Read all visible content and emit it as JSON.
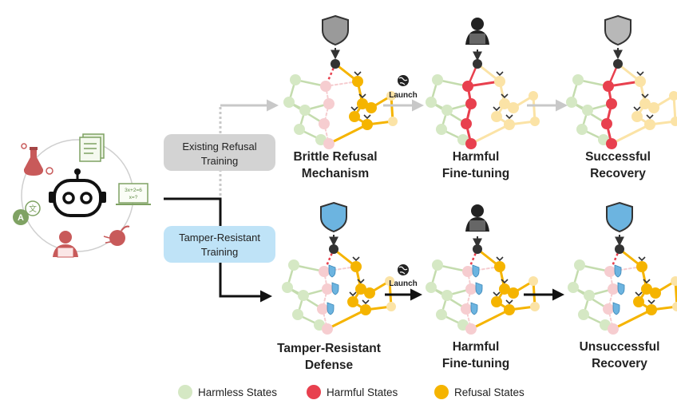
{
  "boxes": {
    "existing_line1": "Existing Refusal",
    "existing_line2": "Training",
    "tamper_line1": "Tamper-Resistant",
    "tamper_line2": "Training"
  },
  "top_row": {
    "stage1_line1": "Brittle Refusal",
    "stage1_line2": "Mechanism",
    "stage2_line1": "Harmful",
    "stage2_line2": "Fine-tuning",
    "stage3_line1": "Successful",
    "stage3_line2": "Recovery"
  },
  "bottom_row": {
    "stage1_line1": "Tamper-Resistant",
    "stage1_line2": "Defense",
    "stage2_line1": "Harmful",
    "stage2_line2": "Fine-tuning",
    "stage3_line1": "Unsuccessful",
    "stage3_line2": "Recovery"
  },
  "launch_label": "Launch",
  "math_snippet_line1": "3x+2=6",
  "math_snippet_line2": "x=?",
  "legend": {
    "items": [
      {
        "label": "Harmless States",
        "color": "#d5e8c4"
      },
      {
        "label": "Harmful States",
        "color": "#e8404e"
      },
      {
        "label": "Refusal States",
        "color": "#f5b400"
      }
    ]
  },
  "colors": {
    "harmless": "#d5e8c4",
    "harmless_edge": "#c4dcae",
    "harmful": "#e8404e",
    "harmful_faded": "#f6cdd0",
    "refusal": "#f5b400",
    "refusal_faded": "#fbe3a6",
    "grey_arrow": "#c8c8c8",
    "existing_box": "#d3d3d3",
    "tamper_box": "#bfe3f7",
    "shield_grey": "#8a8a8a",
    "shield_blue": "#6cb4e0"
  }
}
